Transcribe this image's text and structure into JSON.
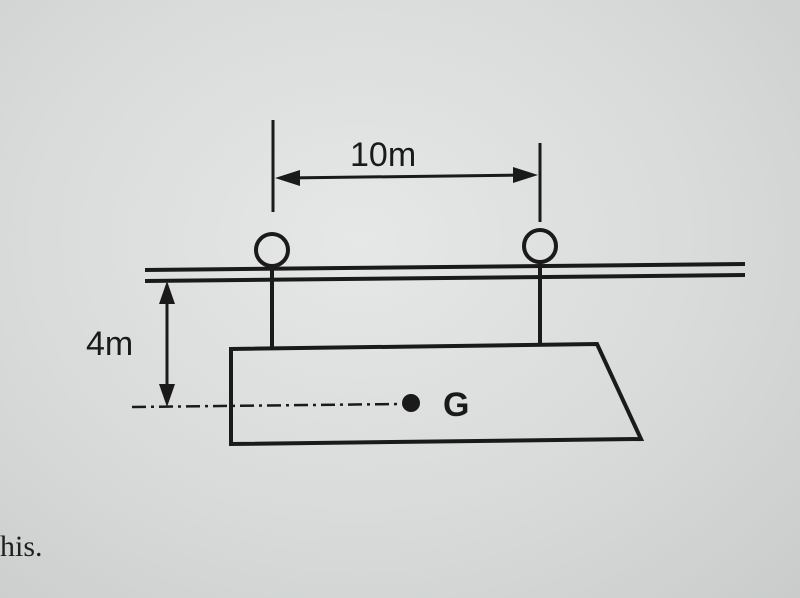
{
  "diagram": {
    "span_label": "10m",
    "height_label": "4m",
    "cg_label": "G"
  },
  "page": {
    "fragment_text": "his."
  }
}
